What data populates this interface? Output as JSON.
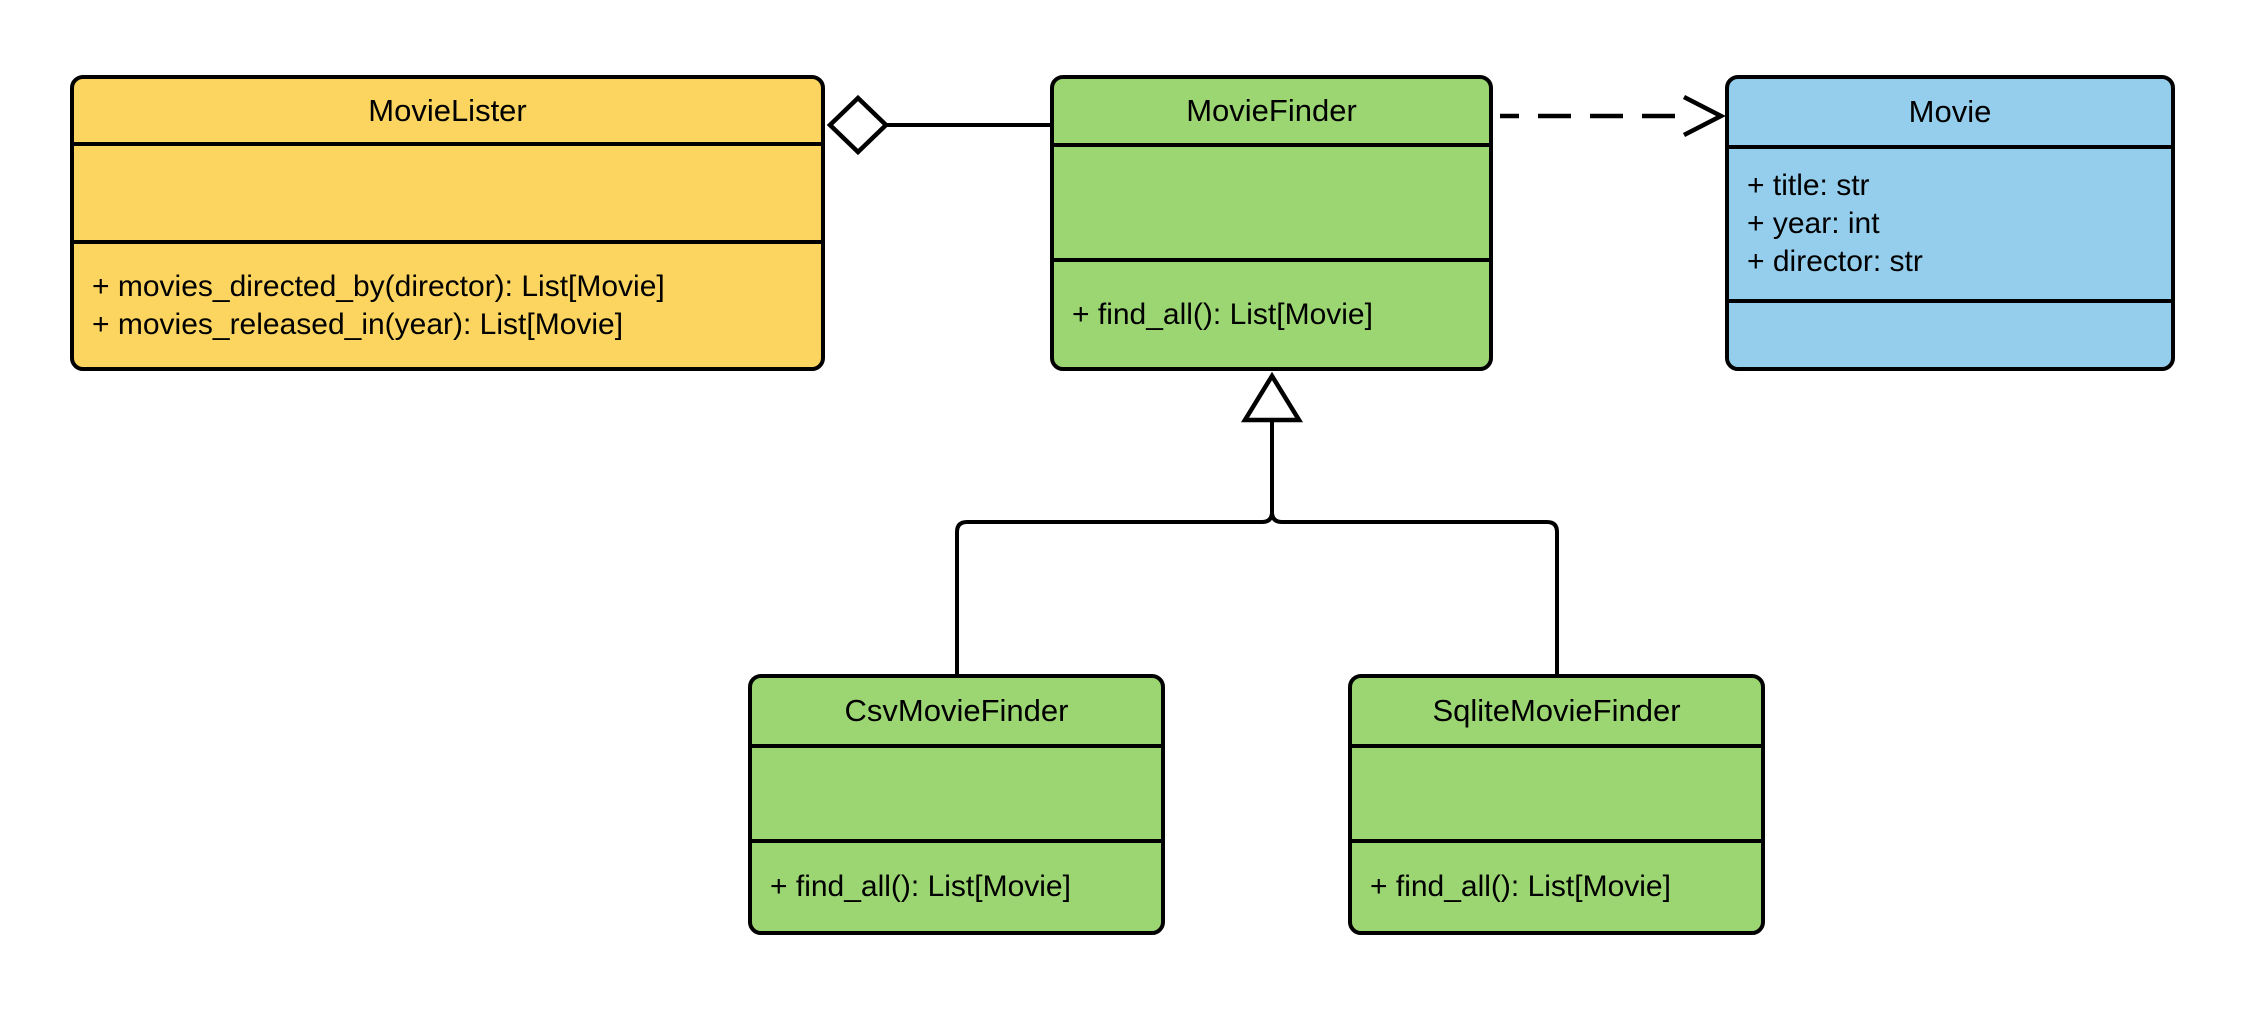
{
  "colors": {
    "line": "#000000",
    "yellow_fill": "#FBD55F",
    "green_fill": "#9CD673",
    "blue_fill": "#94CEEC"
  },
  "classes": {
    "movielister": {
      "name": "MovieLister",
      "fill": "#FBD55F",
      "attributes": [],
      "methods": [
        "+ movies_directed_by(director): List[Movie]",
        "+ movies_released_in(year): List[Movie]"
      ]
    },
    "moviefinder": {
      "name": "MovieFinder",
      "fill": "#9CD673",
      "attributes": [],
      "methods": [
        "+ find_all(): List[Movie]"
      ]
    },
    "movie": {
      "name": "Movie",
      "fill": "#94CEEC",
      "attributes": [
        "+ title: str",
        "+ year: int",
        "+ director: str"
      ],
      "methods": []
    },
    "csvmoviefinder": {
      "name": "CsvMovieFinder",
      "fill": "#9CD673",
      "attributes": [],
      "methods": [
        "+ find_all(): List[Movie]"
      ]
    },
    "sqlitemoviefinder": {
      "name": "SqliteMovieFinder",
      "fill": "#9CD673",
      "attributes": [],
      "methods": [
        "+ find_all(): List[Movie]"
      ]
    }
  },
  "relationships": [
    {
      "type": "aggregation",
      "from": "MovieLister",
      "to": "MovieFinder"
    },
    {
      "type": "dependency",
      "from": "MovieFinder",
      "to": "Movie"
    },
    {
      "type": "inheritance",
      "from": "CsvMovieFinder",
      "to": "MovieFinder"
    },
    {
      "type": "inheritance",
      "from": "SqliteMovieFinder",
      "to": "MovieFinder"
    }
  ]
}
